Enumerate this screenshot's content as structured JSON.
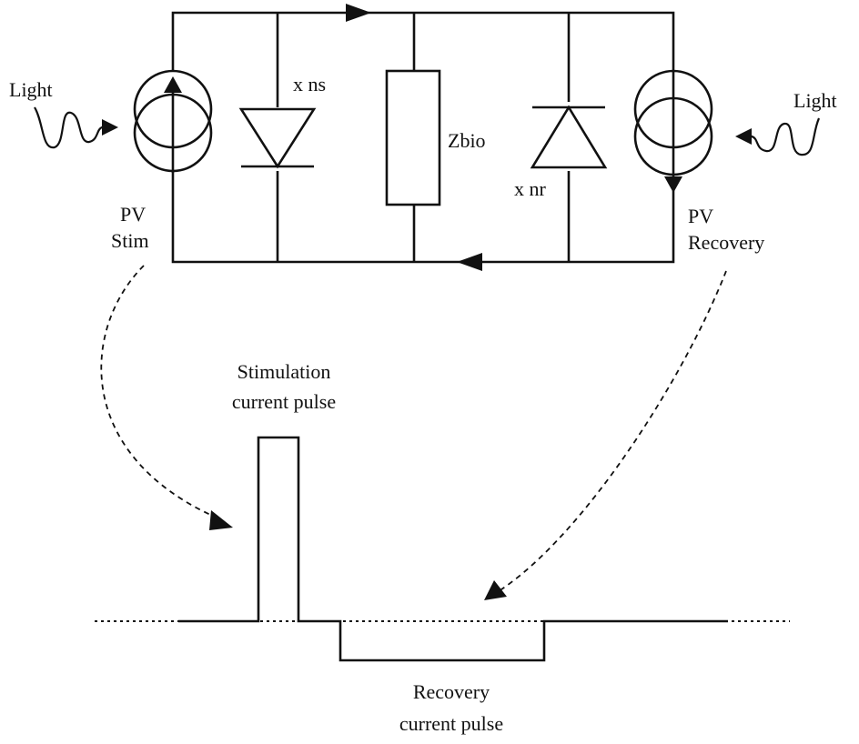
{
  "labels": {
    "light_left": "Light",
    "light_right": "Light",
    "diode_stim": "x ns",
    "diode_recovery": "x nr",
    "impedance": "Zbio",
    "pv_stim_line1": "PV",
    "pv_stim_line2": "Stim",
    "pv_recovery_line1": "PV",
    "pv_recovery_line2": "Recovery",
    "stim_pulse_line1": "Stimulation",
    "stim_pulse_line2": "current pulse",
    "recovery_pulse_line1": "Recovery",
    "recovery_pulse_line2": "current pulse"
  }
}
